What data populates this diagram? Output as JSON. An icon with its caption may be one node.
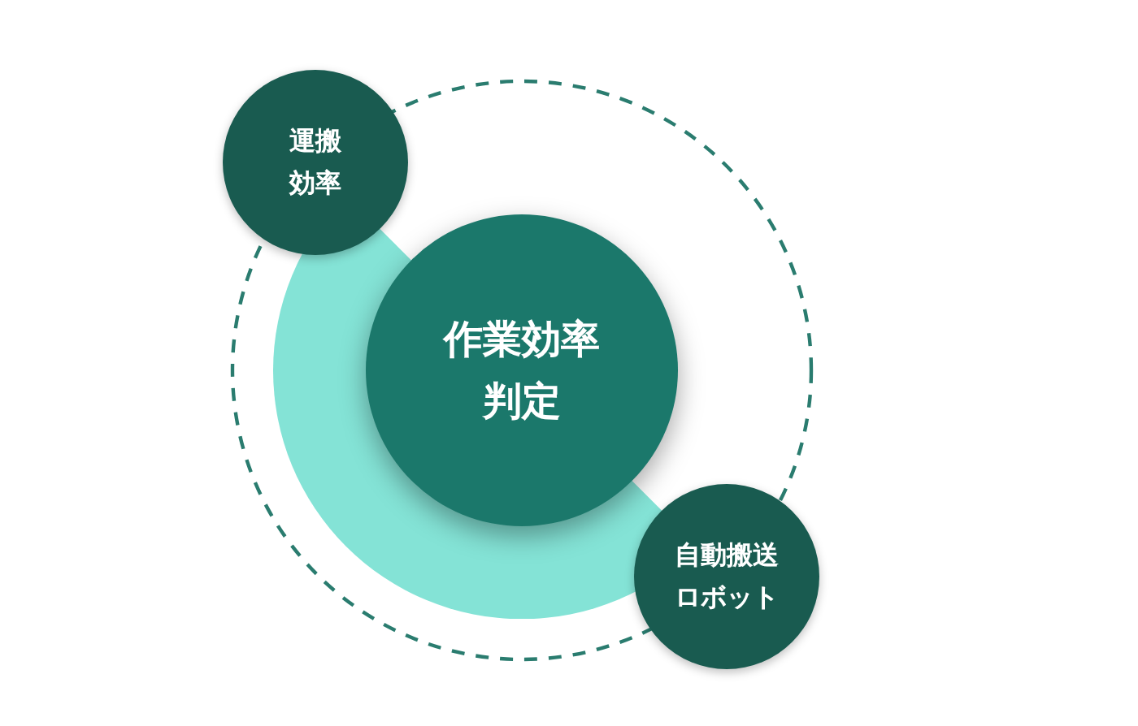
{
  "diagram": {
    "nodes": [
      {
        "text": [
          "運搬効率"
        ]
      },
      {
        "text": [
          "作業効率判定"
        ]
      },
      {
        "text": [
          "自動搬送ロボット"
        ]
      }
    ]
  }
}
